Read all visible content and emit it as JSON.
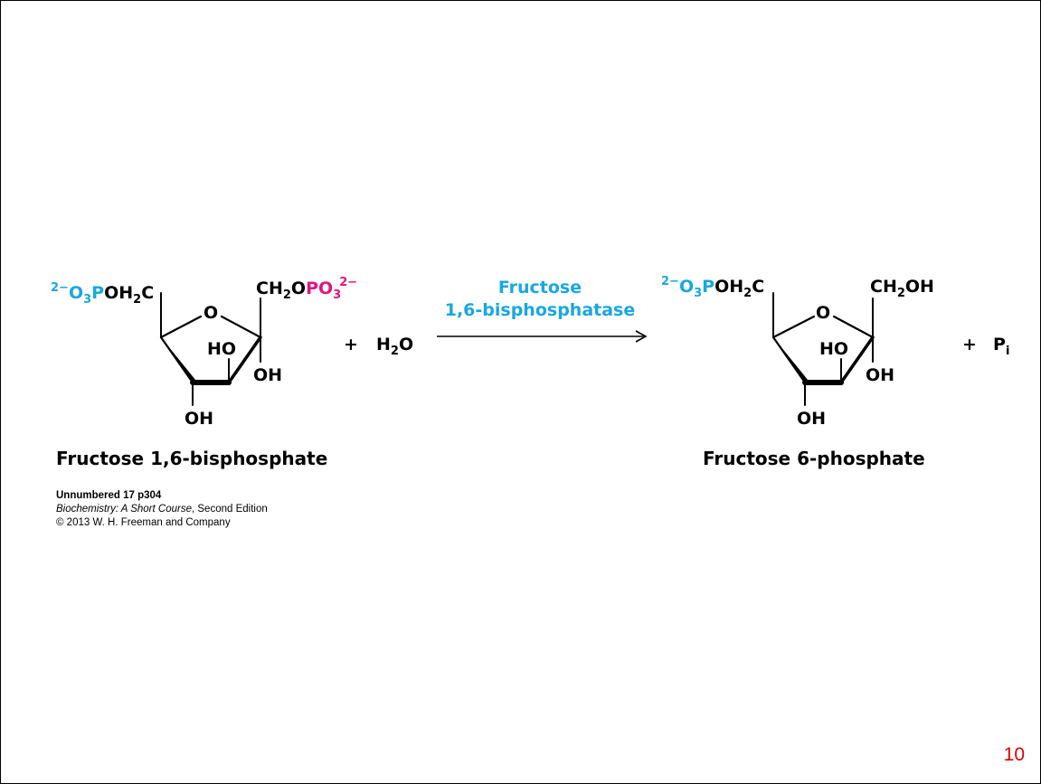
{
  "reactant": {
    "left_group_charge": "2−",
    "left_group_o": "O",
    "left_group_o_sub": "3",
    "left_group_p": "P",
    "left_group_rest": "OH",
    "left_group_rest_sub": "2",
    "left_group_c": "C",
    "ring_o": "O",
    "right_group_ch": "CH",
    "right_group_ch_sub": "2",
    "right_group_o": "O",
    "right_group_po": "PO",
    "right_group_po_sub": "3",
    "right_group_po_sup": "2−",
    "ho": "HO",
    "oh_c2": "OH",
    "oh_c4": "OH",
    "name": "Fructose 1,6-bisphosphate"
  },
  "plus_water": {
    "plus": "+",
    "h": "H",
    "h_sub": "2",
    "o": "O"
  },
  "enzyme": {
    "line1": "Fructose",
    "line2": "1,6-bisphosphatase"
  },
  "product": {
    "left_group_charge": "2−",
    "left_group_o": "O",
    "left_group_o_sub": "3",
    "left_group_p": "P",
    "left_group_rest": "OH",
    "left_group_rest_sub": "2",
    "left_group_c": "C",
    "ring_o": "O",
    "right_group_ch": "CH",
    "right_group_ch_sub": "2",
    "right_group_oh": "OH",
    "ho": "HO",
    "oh_c2": "OH",
    "oh_c4": "OH",
    "name": "Fructose 6-phosphate"
  },
  "plus_pi": {
    "plus": "+",
    "p": "P",
    "p_sub": "i"
  },
  "credit": {
    "line1": "Unnumbered 17 p304",
    "line2_italic": "Biochemistry: A Short Course",
    "line2_rest": ", Second Edition",
    "line3": "© 2013 W. H. Freeman and Company"
  },
  "page_number": "10",
  "colors": {
    "phosphate_blue": "#1aa7e0",
    "phosphate_pink": "#e0157f",
    "page_number_red": "#e00000"
  }
}
